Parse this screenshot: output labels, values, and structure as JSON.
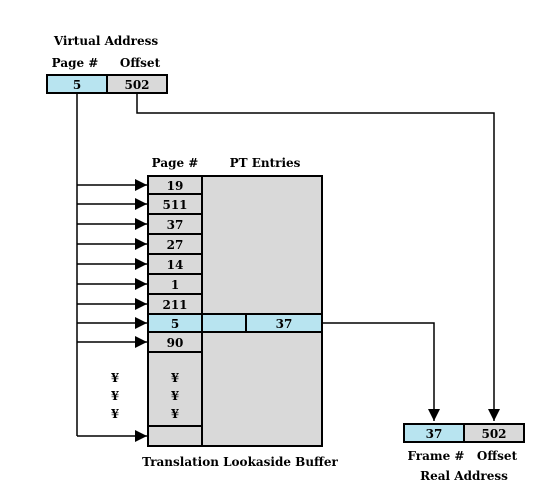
{
  "virtual_address": {
    "title": "Virtual Address",
    "page_label": "Page #",
    "offset_label": "Offset",
    "page_value": "5",
    "offset_value": "502"
  },
  "tlb": {
    "col_page_label": "Page #",
    "col_entries_label": "PT Entries",
    "page_entries": [
      "19",
      "511",
      "37",
      "27",
      "14",
      "1",
      "211",
      "5",
      "90"
    ],
    "hit_page": "5",
    "hit_frame": "37",
    "ellipsis_marks": [
      "¥",
      "¥",
      "¥"
    ],
    "caption": "Translation Lookaside Buffer"
  },
  "real_address": {
    "frame_value": "37",
    "offset_value": "502",
    "frame_label": "Frame #",
    "offset_label": "Offset",
    "title": "Real Address"
  },
  "colors": {
    "highlight": "#b8e4f0",
    "gray": "#d9d9d9",
    "stroke": "#000000"
  }
}
